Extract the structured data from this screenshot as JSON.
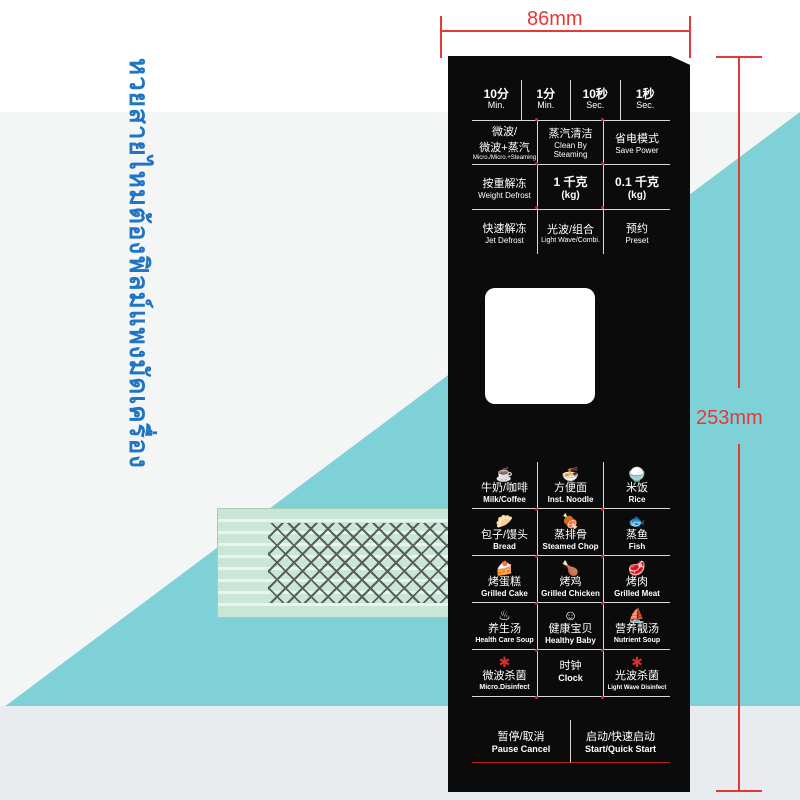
{
  "annotations": {
    "thai_text": "หวยสายไหมต้องฟิลม์แพงมัดเครื่อง",
    "width_label": "86mm",
    "height_label": "253mm"
  },
  "panel": {
    "time_buttons": [
      {
        "value": "10分",
        "unit": "Min."
      },
      {
        "value": "1分",
        "unit": "Min."
      },
      {
        "value": "10秒",
        "unit": "Sec."
      },
      {
        "value": "1秒",
        "unit": "Sec."
      }
    ],
    "mid_buttons": [
      {
        "cn": "微波/\n微波+蒸汽",
        "en": "Micro./Micro.+Steaming"
      },
      {
        "cn": "蒸汽清洁",
        "en": "Clean By Steaming"
      },
      {
        "cn": "省电模式",
        "en": "Save Power"
      },
      {
        "cn": "按重解冻",
        "en": "Weight Defrost"
      },
      {
        "cn": "1 千克",
        "en": "(kg)"
      },
      {
        "cn": "0.1 千克",
        "en": "(kg)"
      },
      {
        "cn": "快速解冻",
        "en": "Jet Defrost"
      },
      {
        "cn": "光波/组合",
        "en": "Light Wave/Combi."
      },
      {
        "cn": "预约",
        "en": "Preset"
      }
    ],
    "menu_buttons": [
      {
        "icon": "☕",
        "cn": "牛奶/咖啡",
        "en": "Milk/Coffee"
      },
      {
        "icon": "🍜",
        "cn": "方便面",
        "en": "Inst. Noodle"
      },
      {
        "icon": "🍚",
        "cn": "米饭",
        "en": "Rice"
      },
      {
        "icon": "🥟",
        "cn": "包子/馒头",
        "en": "Bread"
      },
      {
        "icon": "🍖",
        "cn": "蒸排骨",
        "en": "Steamed Chop"
      },
      {
        "icon": "🐟",
        "cn": "蒸鱼",
        "en": "Fish"
      },
      {
        "icon": "🍰",
        "cn": "烤蛋糕",
        "en": "Grilled Cake"
      },
      {
        "icon": "🍗",
        "cn": "烤鸡",
        "en": "Grilled Chicken"
      },
      {
        "icon": "🥩",
        "cn": "烤肉",
        "en": "Grilled Meat"
      },
      {
        "icon": "♨",
        "cn": "养生汤",
        "en": "Health Care Soup"
      },
      {
        "icon": "☺",
        "cn": "健康宝贝",
        "en": "Healthy Baby"
      },
      {
        "icon": "⛵",
        "cn": "营养靓汤",
        "en": "Nutrient Soup"
      },
      {
        "icon": "✱",
        "cn": "微波杀菌",
        "en": "Micro.Disinfect"
      },
      {
        "icon": "",
        "cn": "时钟",
        "en": "Clock"
      },
      {
        "icon": "✱",
        "cn": "光波杀菌",
        "en": "Light Wave Disinfect"
      }
    ],
    "action_buttons": [
      {
        "cn": "暂停/取消",
        "en": "Pause Cancel"
      },
      {
        "cn": "启动/快速启动",
        "en": "Start/Quick Start"
      }
    ]
  }
}
